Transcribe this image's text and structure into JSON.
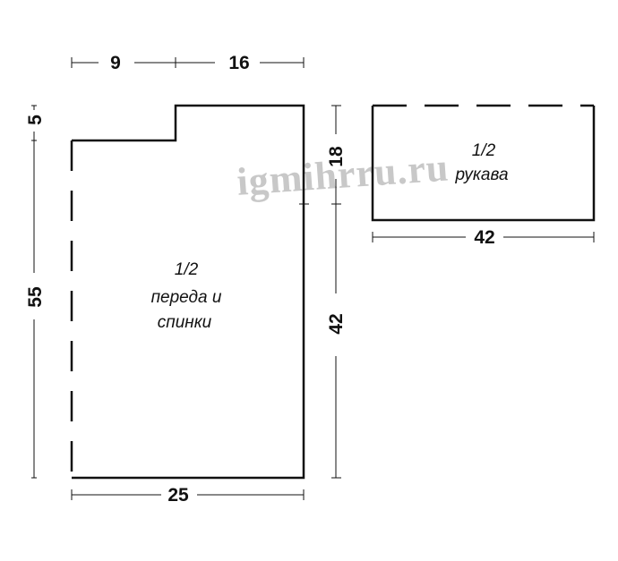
{
  "watermark": "igmihrru.ru",
  "body_piece": {
    "label_line1": "1/2",
    "label_line2": "переда и",
    "label_line3": "спинки",
    "dim_shoulder": "9",
    "dim_neck": "16",
    "dim_shoulder_drop": "5",
    "dim_total_height": "55",
    "dim_armhole": "18",
    "dim_side": "42",
    "dim_width": "25"
  },
  "sleeve_piece": {
    "label_line1": "1/2",
    "label_line2": "рукава",
    "dim_width": "42"
  }
}
